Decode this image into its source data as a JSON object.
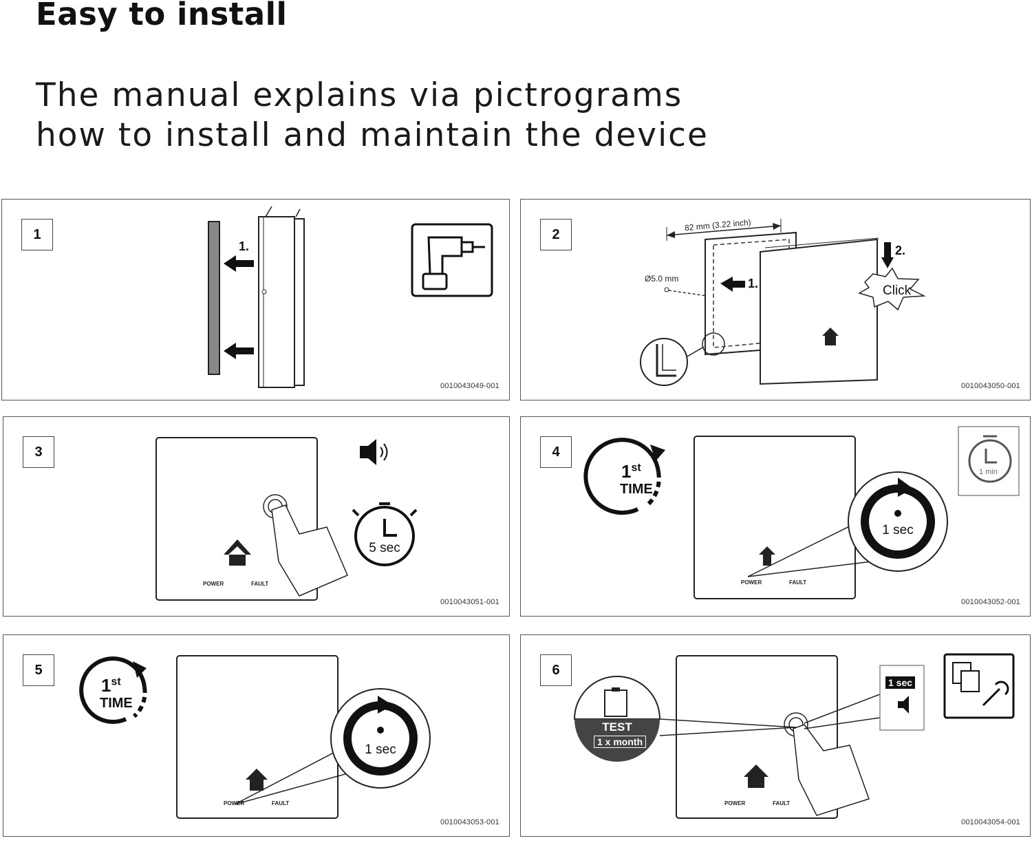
{
  "header": {
    "title": "Easy to install",
    "subtitle_line1": "The manual explains via pictrograms",
    "subtitle_line2": "how to install and maintain the device"
  },
  "panels": [
    {
      "number": "1",
      "code": "0010043049-001",
      "step1": "1."
    },
    {
      "number": "2",
      "code": "0010043050-001",
      "dimension": "82 mm (3.22 inch)",
      "drill": "Ø5.0 mm",
      "step1": "1.",
      "step2": "2.",
      "click": "Click"
    },
    {
      "number": "3",
      "code": "0010043051-001",
      "power": "POWER",
      "fault": "FAULT",
      "timer": "5 sec"
    },
    {
      "number": "4",
      "code": "0010043052-001",
      "power": "POWER",
      "fault": "FAULT",
      "first": "1",
      "first_sup": "st",
      "time": "TIME",
      "blink": "1 sec",
      "timer": "1 min"
    },
    {
      "number": "5",
      "code": "0010043053-001",
      "power": "POWER",
      "fault": "FAULT",
      "first": "1",
      "first_sup": "st",
      "time": "TIME",
      "blink": "1 sec"
    },
    {
      "number": "6",
      "code": "0010043054-001",
      "power": "POWER",
      "fault": "FAULT",
      "test": "TEST",
      "month": "1 x month",
      "press": "1 sec"
    }
  ]
}
